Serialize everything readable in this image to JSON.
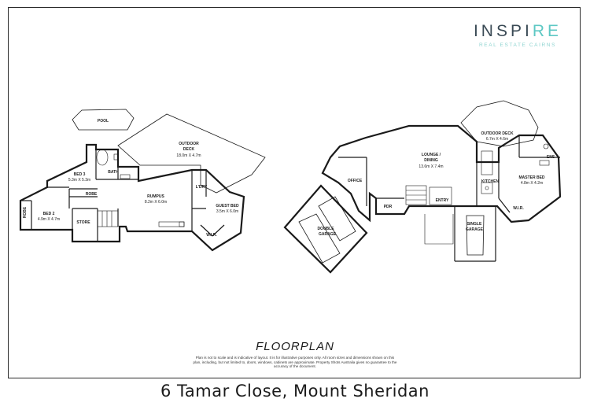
{
  "brand": {
    "name_main": "INSPI",
    "name_accent": "RE",
    "tagline": "REAL ESTATE CAIRNS"
  },
  "rooms": {
    "pool": {
      "name": "POOL"
    },
    "outdoor_deck_left": {
      "name": "OUTDOOR",
      "name2": "DECK",
      "dim": "18.0m X 4.7m"
    },
    "bed3": {
      "name": "BED 3",
      "dim": "5.3m X 5.3m"
    },
    "bath": {
      "name": "BATH"
    },
    "robe1": {
      "name": "ROBE"
    },
    "robe2": {
      "name": "ROBE"
    },
    "bed2": {
      "name": "BED 2",
      "dim": "4.9m X 4.7m"
    },
    "store": {
      "name": "STORE"
    },
    "rumpus": {
      "name": "RUMPUS",
      "dim": "8.2m X 6.0m"
    },
    "ldry": {
      "name": "L'DRY"
    },
    "guest_bed": {
      "name": "GUEST BED",
      "dim": "3.5m X 6.0m"
    },
    "wir_left": {
      "name": "W.I.R."
    },
    "lounge": {
      "name": "LOUNGE /",
      "name2": "DINING",
      "dim": "13.6m X 7.4m"
    },
    "office": {
      "name": "OFFICE"
    },
    "double_garage": {
      "name": "DOUBLE",
      "name2": "GARAGE"
    },
    "pdr": {
      "name": "PDR"
    },
    "entry": {
      "name": "ENTRY"
    },
    "single_garage": {
      "name": "SINGLE",
      "name2": "GARAGE"
    },
    "kitchen": {
      "name": "KITCHEN"
    },
    "outdoor_deck_right": {
      "name": "OUTDOOR DECK",
      "dim": "6.7m X 4.6m"
    },
    "ens": {
      "name": "ENS"
    },
    "master_bed": {
      "name": "MASTER BED",
      "dim": "4.8m X 4.2m"
    },
    "wir_right": {
      "name": "W.I.R."
    }
  },
  "title": "FLOORPLAN",
  "disclaimer": "Plan is not to scale and is indicative of layout. It is for illustrative purposes only. All room sizes and dimensions shown on this plan, including, but not limited to, doors, windows, cabinets are approximate. Property Shots Australia gives no guarantee to the accuracy of the document.",
  "address": "6 Tamar Close, Mount Sheridan"
}
